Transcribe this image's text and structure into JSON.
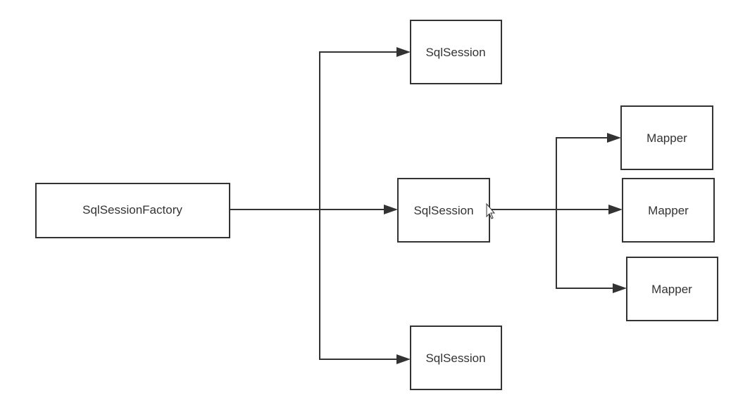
{
  "diagram": {
    "nodes": {
      "factory": {
        "label": "SqlSessionFactory"
      },
      "session_top": {
        "label": "SqlSession"
      },
      "session_middle": {
        "label": "SqlSession"
      },
      "session_bottom": {
        "label": "SqlSession"
      },
      "mapper_top": {
        "label": "Mapper"
      },
      "mapper_middle": {
        "label": "Mapper"
      },
      "mapper_bottom": {
        "label": "Mapper"
      }
    },
    "edges": [
      {
        "from": "factory",
        "to": "session_top"
      },
      {
        "from": "factory",
        "to": "session_middle"
      },
      {
        "from": "factory",
        "to": "session_bottom"
      },
      {
        "from": "session_middle",
        "to": "mapper_top"
      },
      {
        "from": "session_middle",
        "to": "mapper_middle"
      },
      {
        "from": "session_middle",
        "to": "mapper_bottom"
      }
    ],
    "colors": {
      "stroke": "#333333",
      "background": "#ffffff"
    }
  }
}
